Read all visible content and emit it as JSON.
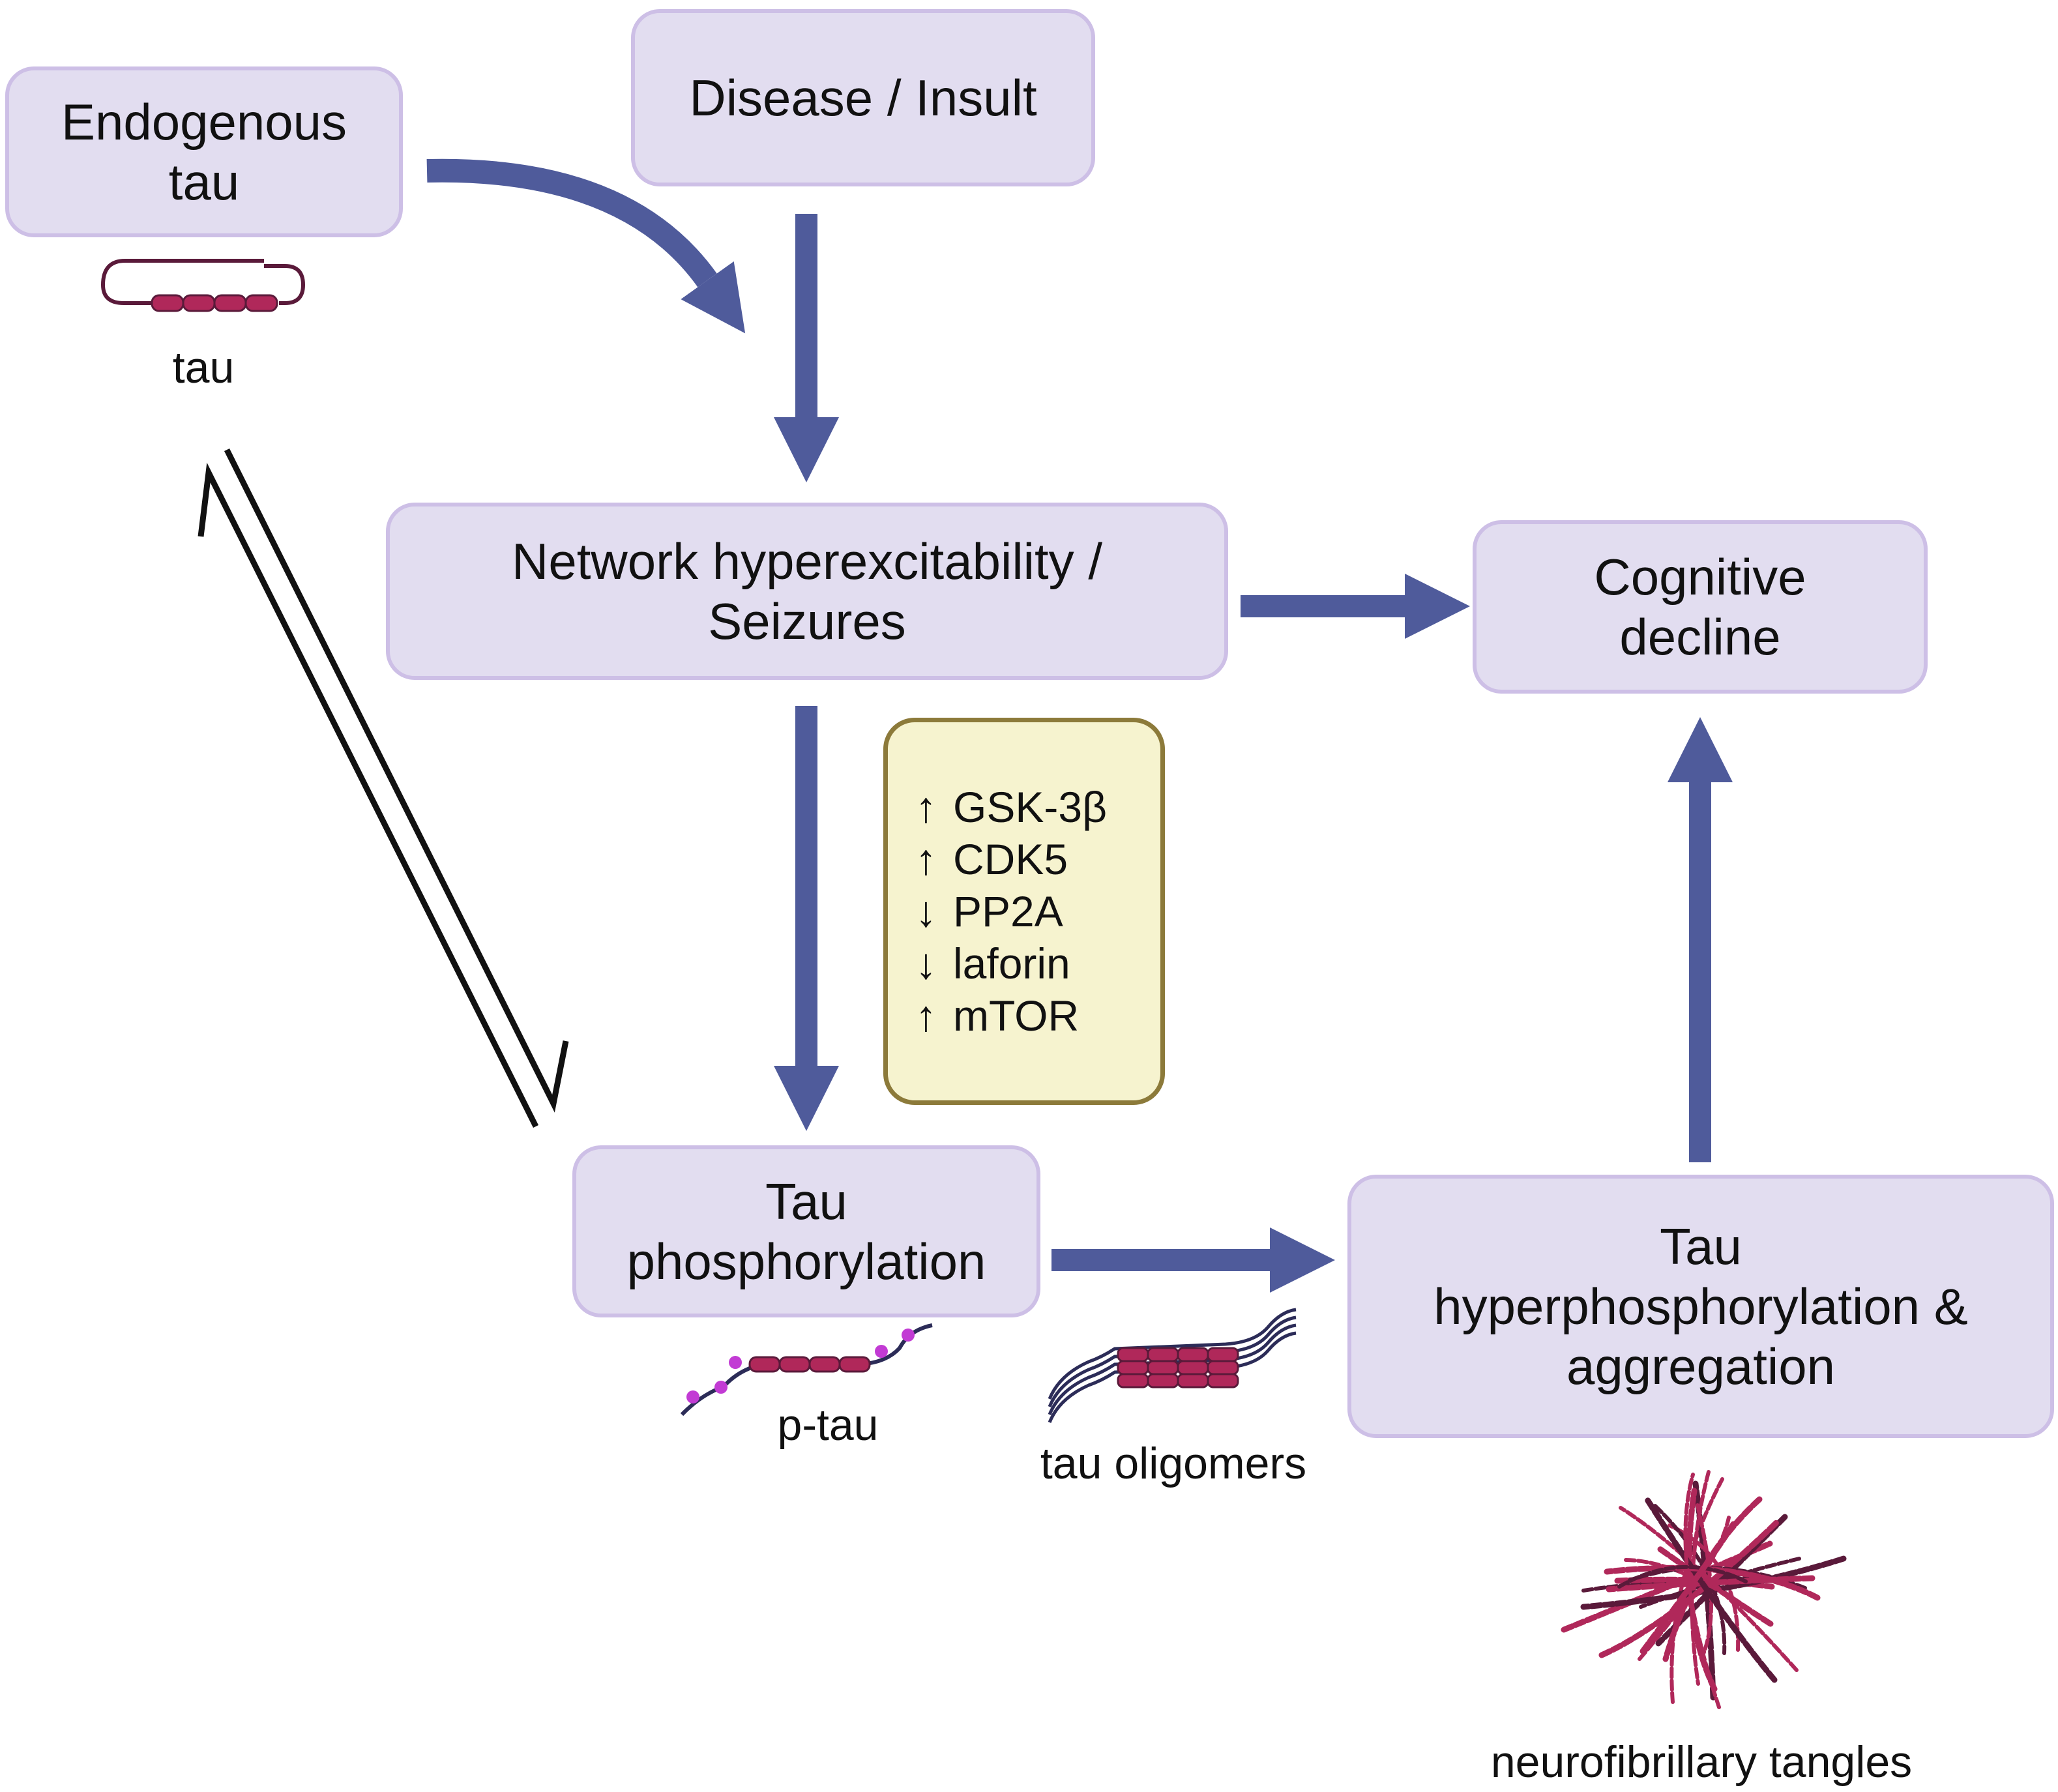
{
  "nodes": {
    "endogenous_tau": {
      "lines": [
        "Endogenous",
        "tau"
      ]
    },
    "disease_insult": {
      "lines": [
        "Disease / Insult"
      ]
    },
    "network": {
      "lines": [
        "Network hyperexcitability /",
        "Seizures"
      ]
    },
    "cognitive": {
      "lines": [
        "Cognitive",
        "decline"
      ]
    },
    "tau_phos": {
      "lines": [
        "Tau",
        "phosphorylation"
      ]
    },
    "tau_hyper": {
      "lines": [
        "Tau",
        "hyperphosphorylation &",
        "aggregation"
      ]
    }
  },
  "enzymes": [
    {
      "direction": "↑",
      "name": "GSK-3β"
    },
    {
      "direction": "↑",
      "name": "CDK5"
    },
    {
      "direction": "↓",
      "name": "PP2A"
    },
    {
      "direction": "↓",
      "name": "laforin"
    },
    {
      "direction": "↑",
      "name": "mTOR"
    }
  ],
  "labels": {
    "tau": "tau",
    "p_tau": "p-tau",
    "tau_oligomers": "tau oligomers",
    "tangles": "neurofibrillary tangles"
  },
  "colors": {
    "arrow": "#4f5b9b",
    "box_fill": "#e2ddf0",
    "box_border": "#cdbfe6",
    "enzyme_fill": "#f6f3cf",
    "enzyme_border": "#8c7a3a",
    "protein": "#b0285a",
    "phospho_dot": "#c23bd4",
    "strand": "#2c2c58"
  }
}
